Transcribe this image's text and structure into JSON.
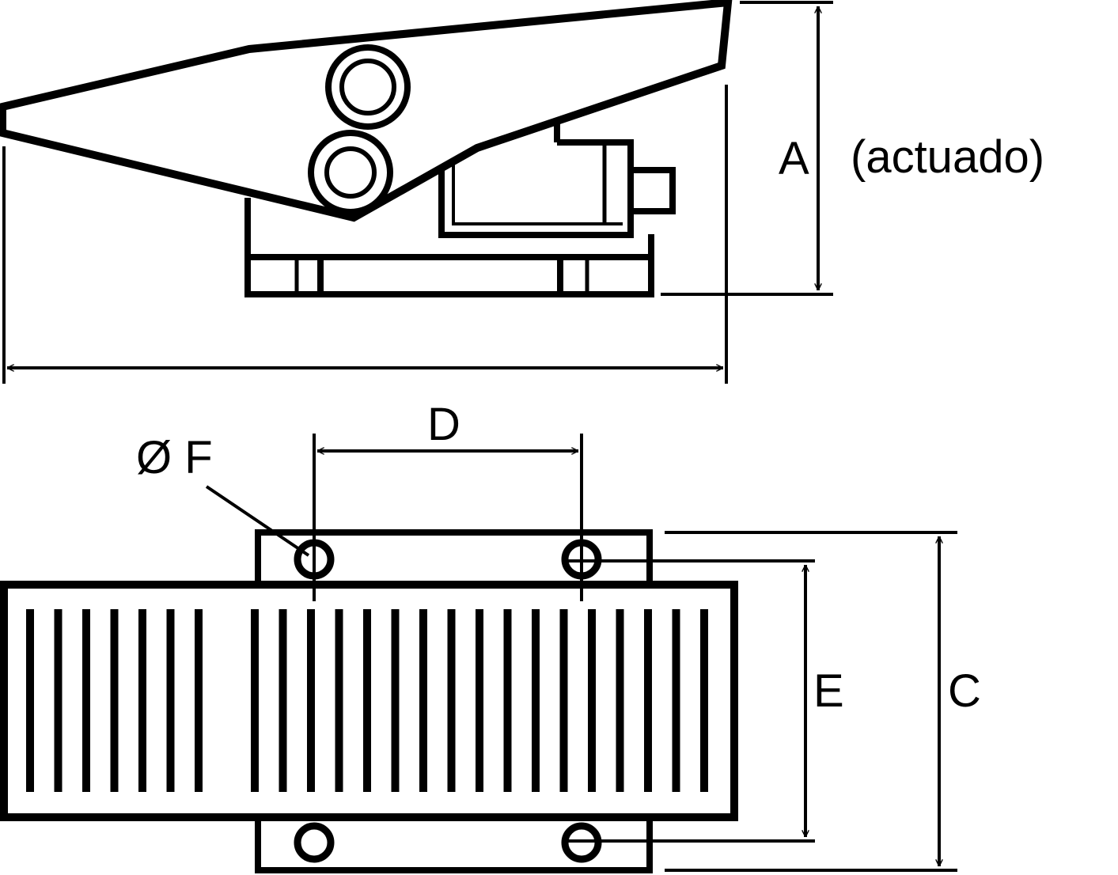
{
  "labels": {
    "dim_a": "A",
    "actuated_note": "(actuado)",
    "dim_d": "D",
    "dim_f": "Ø F",
    "dim_e": "E",
    "dim_c": "C"
  },
  "colors": {
    "stroke": "#000000",
    "background": "#ffffff"
  }
}
